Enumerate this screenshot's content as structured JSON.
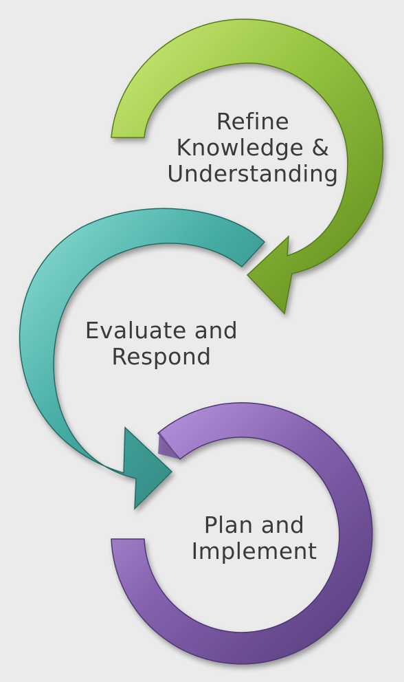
{
  "diagram": {
    "stages": [
      {
        "id": "refine",
        "lines": [
          "Refine",
          "Knowledge &",
          "Understanding"
        ],
        "color": "#8cb83a",
        "color_light": "#bfe06a",
        "color_dark": "#5f8a1c"
      },
      {
        "id": "evaluate",
        "lines": [
          "Evaluate and",
          "Respond"
        ],
        "color": "#44aaa2",
        "color_light": "#86d8cf",
        "color_dark": "#2a7d76"
      },
      {
        "id": "plan",
        "lines": [
          "Plan and",
          "Implement"
        ],
        "color": "#7d5aa6",
        "color_light": "#b593db",
        "color_dark": "#573b80"
      }
    ],
    "background": "#ebebeb",
    "text_color": "#3a3a3a"
  }
}
